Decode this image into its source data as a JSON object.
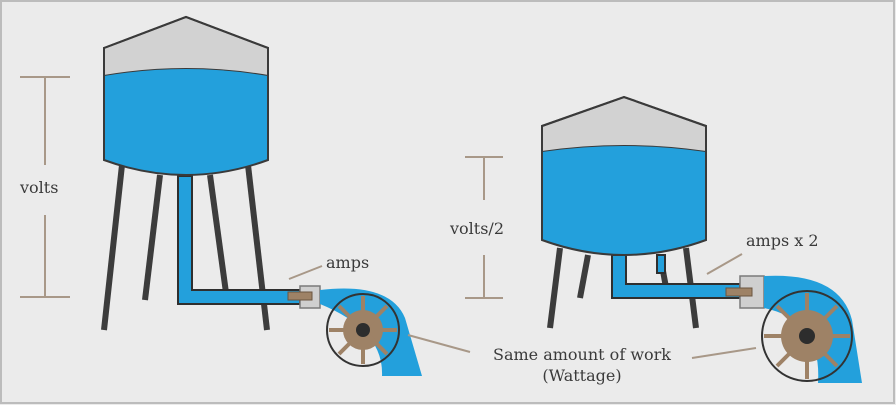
{
  "labels": {
    "volts": "volts",
    "volts_half": "volts/2",
    "amps": "amps",
    "amps_double": "amps x 2",
    "work_line1": "Same amount of work",
    "work_line2": "(Wattage)"
  },
  "colors": {
    "background": "#ebebeb",
    "water": "#23a0dc",
    "tank_outline": "#3a3a3a",
    "roof": "#d2d2d2",
    "legs": "#3c3c3c",
    "measure_line": "#a89888",
    "wheel_hub": "#9e8266",
    "valve": "#cfcfcf"
  }
}
